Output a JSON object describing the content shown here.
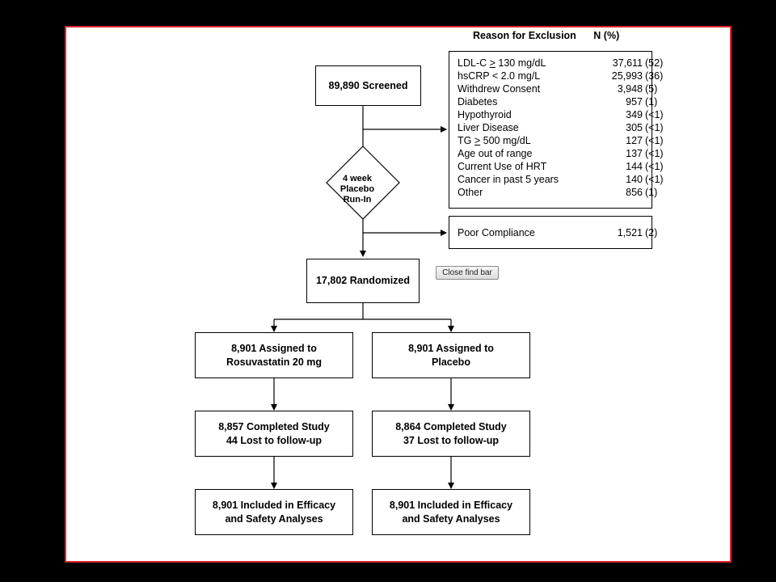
{
  "screened": "89,890 Screened",
  "run_in": "4 week\nPlacebo\nRun-In",
  "randomized": "17,802 Randomized",
  "exclusion": {
    "header_reason": "Reason for Exclusion",
    "header_n": "N (%)",
    "rows": [
      {
        "label": "LDL-C > 130 mg/dL",
        "n": "37,611",
        "pct": "(52)"
      },
      {
        "label": "hsCRP < 2.0 mg/L",
        "n": "25,993",
        "pct": "(36)"
      },
      {
        "label": "Withdrew Consent",
        "n": "3,948",
        "pct": "(5)"
      },
      {
        "label": "Diabetes",
        "n": "957",
        "pct": "(1)"
      },
      {
        "label": "Hypothyroid",
        "n": "349",
        "pct": "(<1)"
      },
      {
        "label": "Liver Disease",
        "n": "305",
        "pct": "(<1)"
      },
      {
        "label": "TG > 500 mg/dL",
        "n": "127",
        "pct": "(<1)"
      },
      {
        "label": "Age out of range",
        "n": "137",
        "pct": "(<1)"
      },
      {
        "label": "Current Use of HRT",
        "n": "144",
        "pct": "(<1)"
      },
      {
        "label": "Cancer in past 5 years",
        "n": "140",
        "pct": "(<1)"
      },
      {
        "label": "Other",
        "n": "856",
        "pct": "(1)"
      }
    ]
  },
  "compliance": {
    "label": "Poor Compliance",
    "n": "1,521",
    "pct": "(2)"
  },
  "find_bar_button": "Close find bar",
  "arms": {
    "left": {
      "assigned": "8,901 Assigned to\nRosuvastatin 20 mg",
      "completed": "8,857 Completed Study\n44 Lost to follow-up",
      "included": "8,901 Included in Efficacy\nand Safety Analyses"
    },
    "right": {
      "assigned": "8,901 Assigned to\nPlacebo",
      "completed": "8,864 Completed Study\n37 Lost to follow-up",
      "included": "8,901 Included in Efficacy\nand Safety Analyses"
    }
  }
}
